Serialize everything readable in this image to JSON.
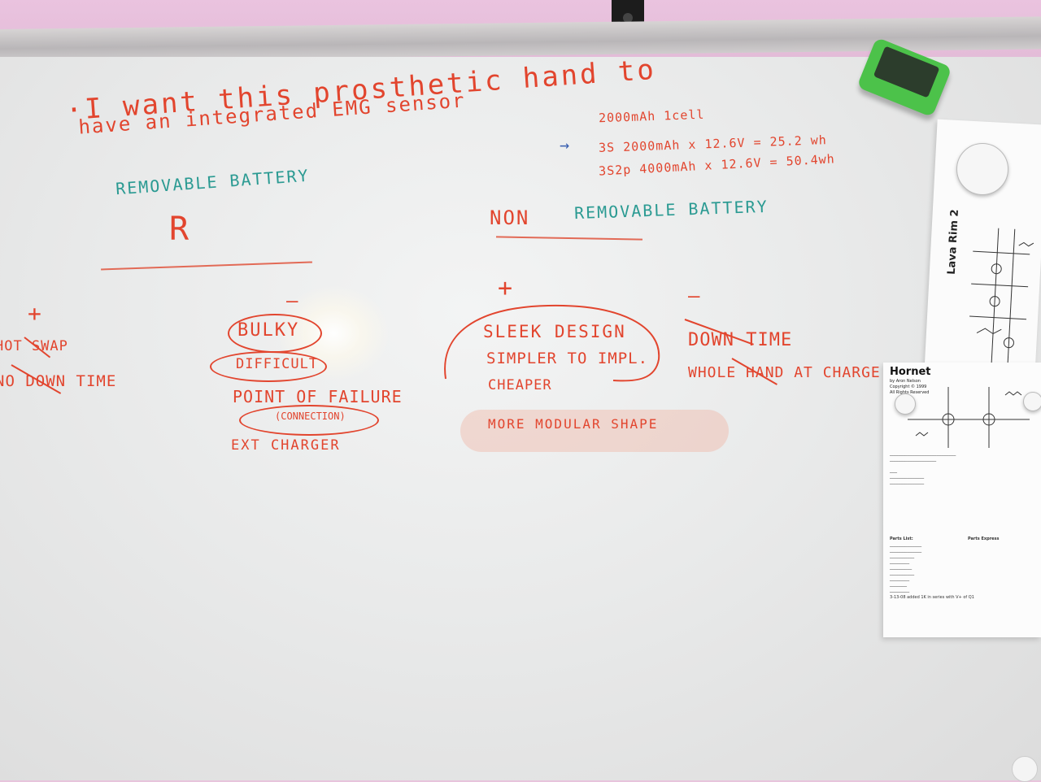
{
  "board": {
    "intro_line1": "·I want this prosthetic hand to",
    "intro_line2": "have an integrated EMG sensor",
    "battery_1": "2000mAh 1cell",
    "battery_2": "3S  2000mAh x 12.6V = 25.2 wh",
    "battery_3": "3S2p 4000mAh x 12.6V = 50.4wh",
    "arrow": "→",
    "removable_title": "REMOVABLE BATTERY",
    "removable_letter": "R",
    "non_removable_prefix": "NON",
    "non_removable_title": "REMOVABLE BATTERY",
    "left_plus": "+",
    "left_pro_1": "HOT SWAP",
    "left_pro_2": "NO DOWN TIME",
    "mid_minus": "—",
    "mid_cons": [
      "BULKY",
      "DIFFICULT",
      "POINT OF FAILURE",
      "(CONNECTION)",
      "EXT CHARGER"
    ],
    "right_plus": "+",
    "right_pros": [
      "SLEEK DESIGN",
      "SIMPLER TO IMPL.",
      "CHEAPER",
      "MORE MODULAR SHAPE"
    ],
    "right_minus": "—",
    "right_cons": [
      "DOWN TIME",
      "WHOLE HAND AT CHARGE"
    ]
  },
  "paper_top": {
    "title": "Lava Rim 2"
  },
  "paper_bottom": {
    "title": "Hornet",
    "byline": "by Aron Nelson",
    "copyright": "Copyright © 1999",
    "rights": "All Rights Reserved",
    "parts_title": "Parts List:",
    "parts_express": "Parts Express",
    "note": "3-13-08 added 1K in series with V+ of Q1"
  }
}
